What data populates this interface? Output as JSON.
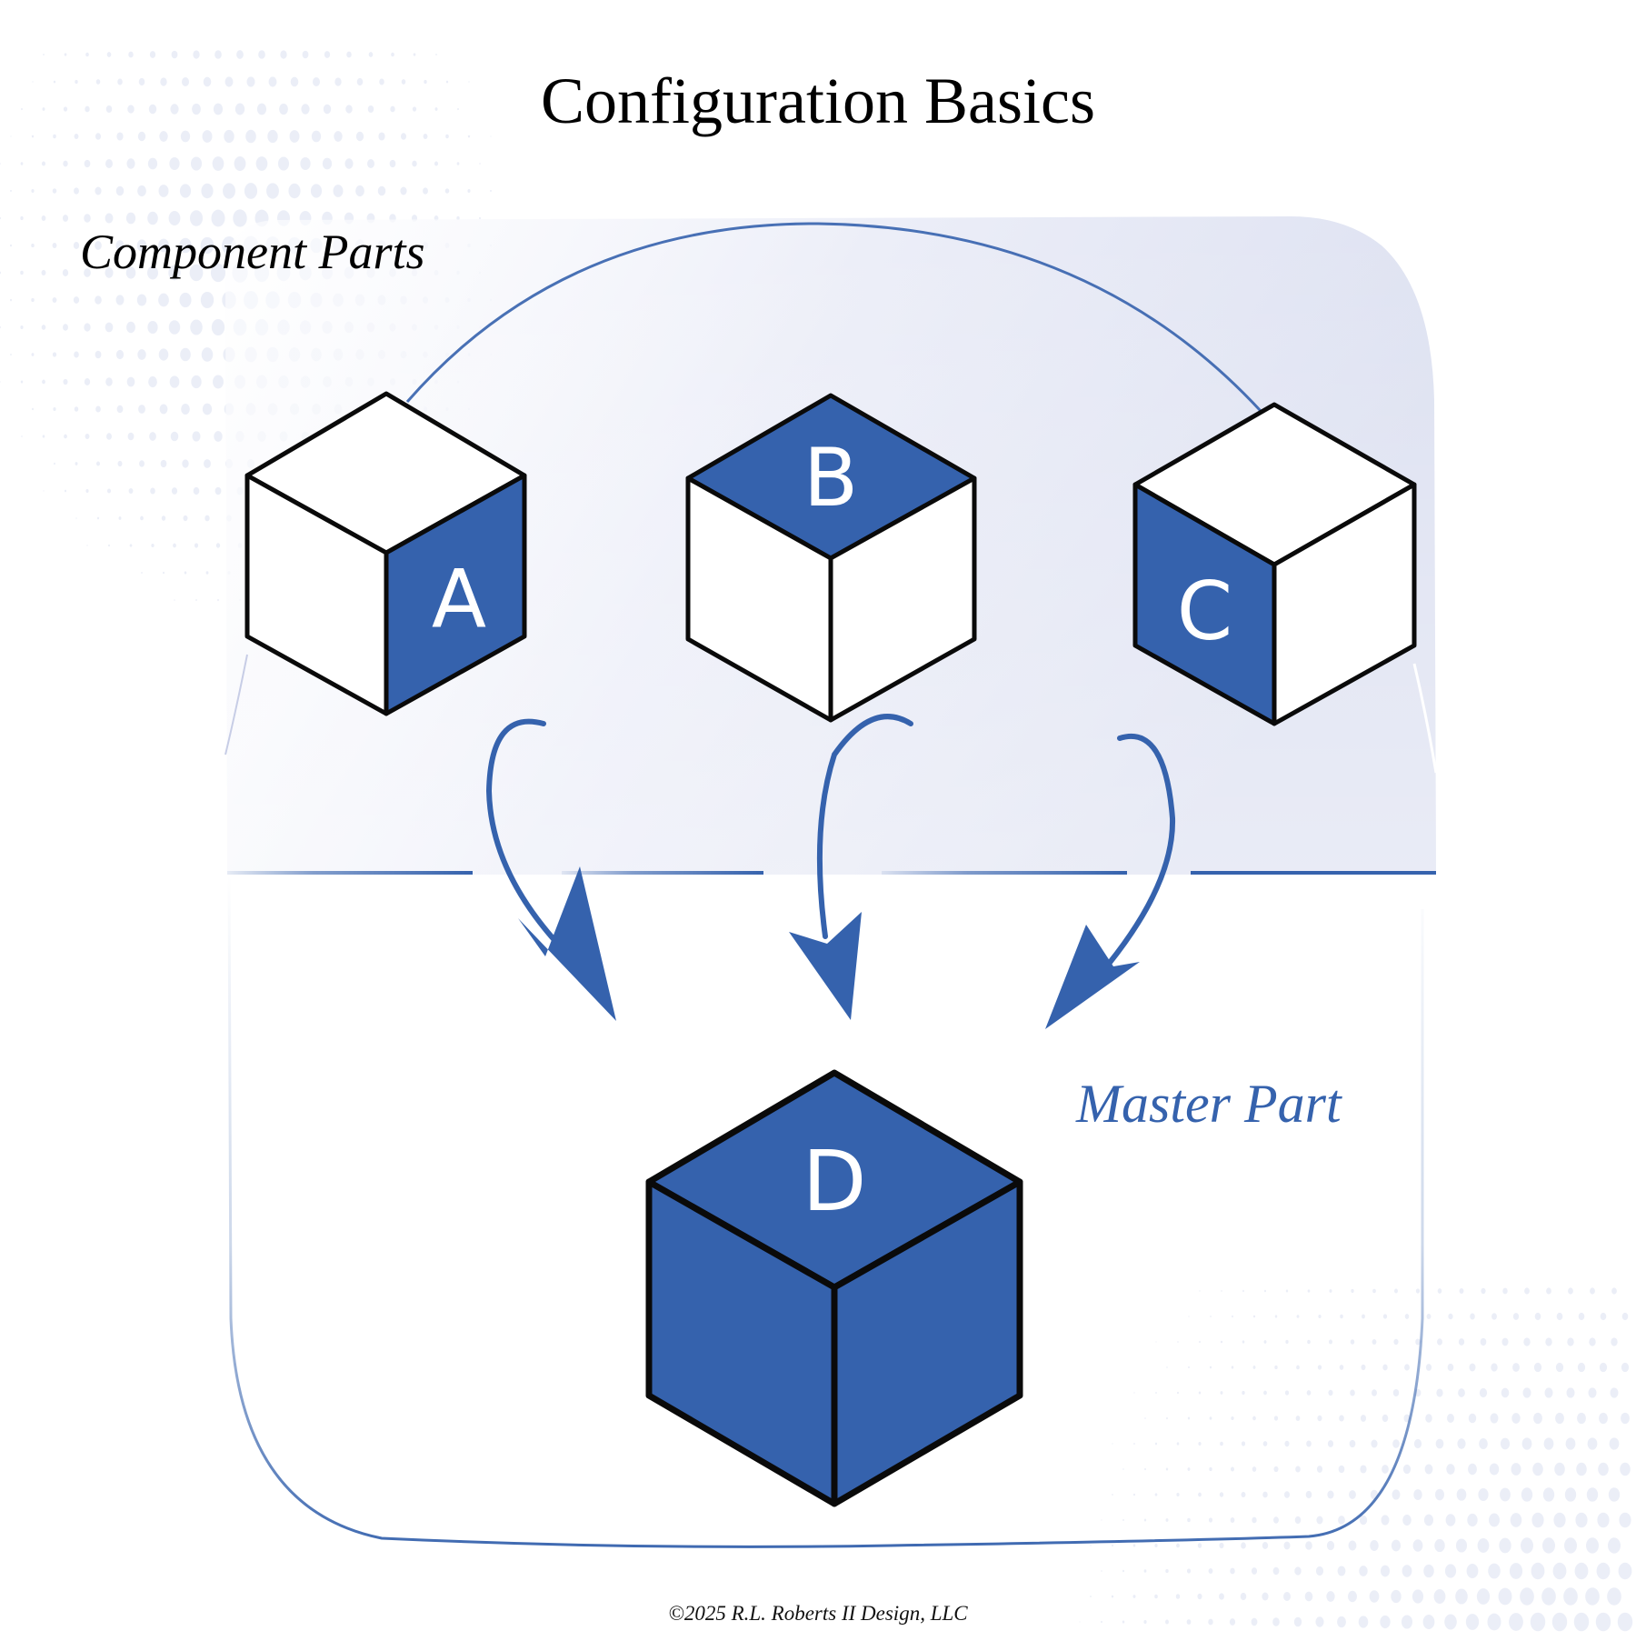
{
  "title": "Configuration Basics",
  "labels": {
    "component_parts": "Component Parts",
    "master_part": "Master Part"
  },
  "copyright": "©2025 R.L. Roberts II Design, LLC",
  "colors": {
    "accent_blue": "#3562ad",
    "outline": "#0a0a0a",
    "panel_tint": "#e2e5f3",
    "text": "#000000"
  },
  "component_cubes": [
    {
      "letter": "A",
      "highlighted_face": "right"
    },
    {
      "letter": "B",
      "highlighted_face": "top"
    },
    {
      "letter": "C",
      "highlighted_face": "left"
    }
  ],
  "master_cube": {
    "letter": "D",
    "highlighted_face": "all"
  },
  "arrows": [
    {
      "from": "A",
      "to": "D"
    },
    {
      "from": "B",
      "to": "D"
    },
    {
      "from": "C",
      "to": "D"
    }
  ]
}
